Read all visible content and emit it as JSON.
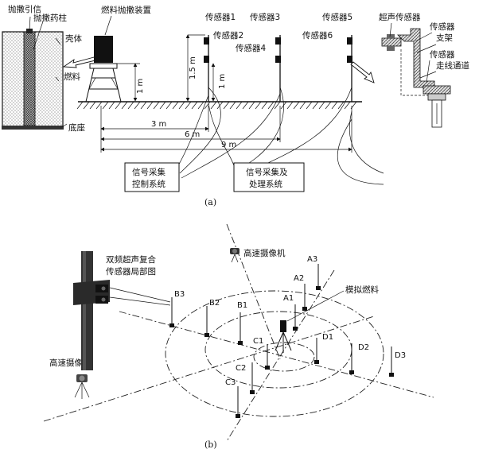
{
  "panel_a": {
    "fuel_cutaway": {
      "igniter": "抛撒引信",
      "charge_column": "抛撒药柱",
      "shell": "壳体",
      "fuel": "燃料",
      "base": "底座"
    },
    "device_label": "燃料抛撒装置",
    "height_1m": "1 m",
    "height_15m": "1.5 m",
    "height_1m_b": "1 m",
    "sensors": [
      "传感器1",
      "传感器2",
      "传感器3",
      "传感器4",
      "传感器5",
      "传感器6"
    ],
    "distances": [
      "3 m",
      "6 m",
      "9 m"
    ],
    "box_left": [
      "信号采集",
      "控制系统"
    ],
    "box_right": [
      "信号采集及",
      "处理系统"
    ],
    "detail": {
      "ultrasonic": "超声传感器",
      "sensor": "传感器",
      "bracket": "支架",
      "sensor2": "传感器",
      "wiring": "走线通道"
    },
    "caption": "(a)"
  },
  "panel_b": {
    "inset_label": [
      "双频超声复合",
      "传感器局部图"
    ],
    "camera_top": "高速摄像机",
    "camera_left": "高速摄像机",
    "simulated_fuel": "模拟燃料",
    "points": [
      "A1",
      "A2",
      "A3",
      "B1",
      "B2",
      "B3",
      "C1",
      "C2",
      "C3",
      "D1",
      "D2",
      "D3"
    ],
    "caption": "(b)"
  }
}
